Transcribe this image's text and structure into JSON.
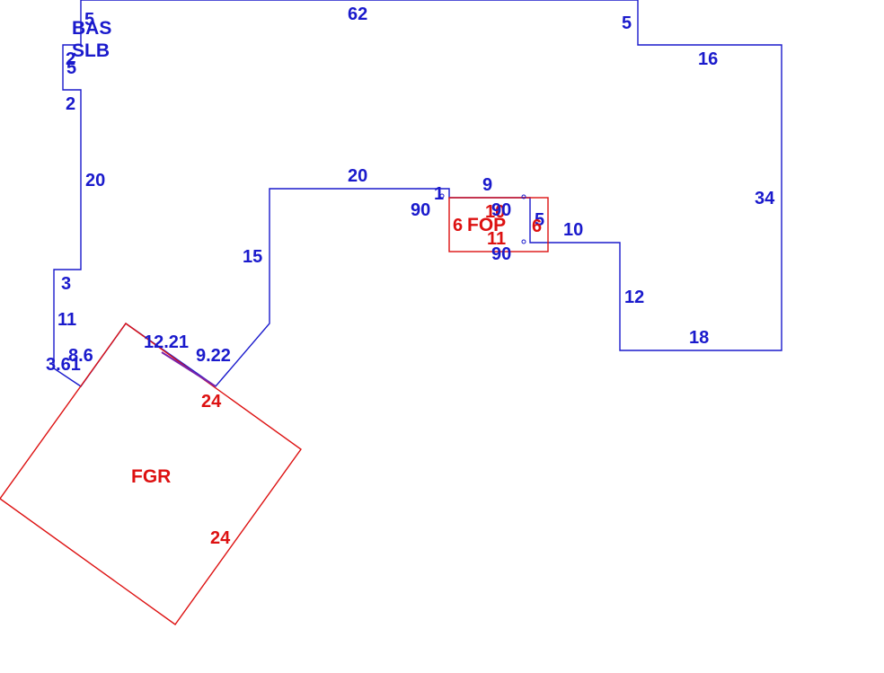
{
  "colors": {
    "main": "#1a1acc",
    "accent": "#dd1111",
    "background": "#ffffff"
  },
  "areas": {
    "bas": "BAS",
    "slb": "SLB",
    "fop": "FOP",
    "fgr": "FGR"
  },
  "dimensions": {
    "top": "62",
    "top_right_step": "5",
    "right_upper": "16",
    "right_side": "34",
    "bottom_right": "18",
    "right_inner": "12",
    "inner_ledge": "10",
    "inner_top": "20",
    "inner_left": "15",
    "left_long": "20",
    "left_step_a": "2",
    "left_step_b": "5",
    "left_step_c": "2",
    "top_left_step": "5",
    "left_lower_a": "3",
    "left_lower_b": "11",
    "lower_a": "8.6",
    "lower_b": "3.61",
    "diag_a": "12.21",
    "diag_b": "9.22",
    "porch_a": "1",
    "porch_b": "9",
    "porch_c": "5",
    "angle_a": "90",
    "angle_b": "90",
    "angle_c": "90",
    "fop_left": "6",
    "fop_right": "6",
    "fop_top": "10",
    "fop_bottom": "11",
    "garage_top": "24",
    "garage_right": "24"
  }
}
